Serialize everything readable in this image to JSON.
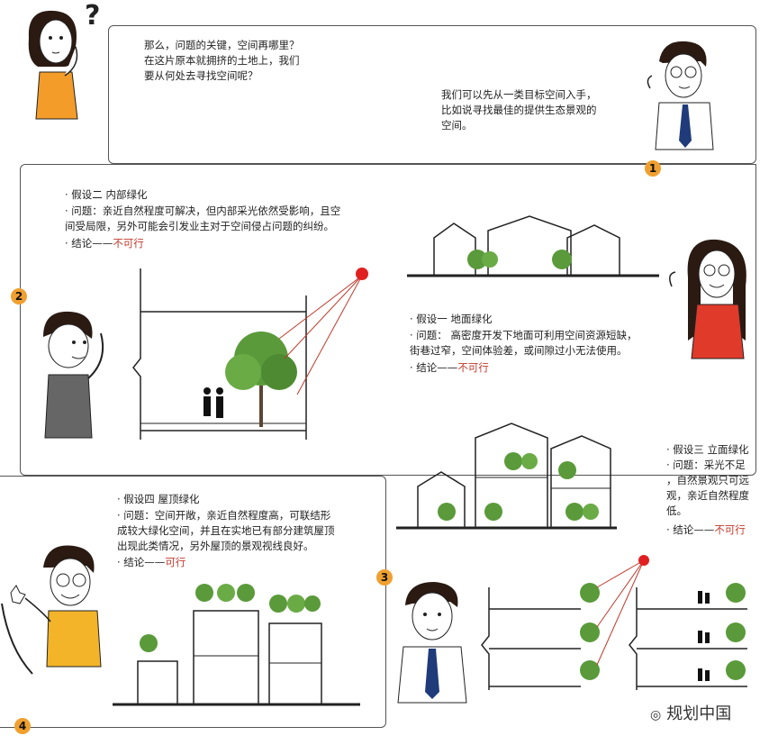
{
  "panel1": {
    "question": "那么，问题的关键，空间再哪里？\n在这片原本就拥挤的土地上，我们\n要从何处去寻找空间呢？",
    "answer": "我们可以先从一类目标空间入手，\n比如说寻找最佳的提供生态景观的\n空间。",
    "badge": "1",
    "mark": "?"
  },
  "panel2": {
    "badge": "2",
    "hyp2_title": "· 假设二  内部绿化",
    "hyp2_problem": "· 问题：亲近自然程度可解决，但内部采光依然受影响，且空\n间受局限，另外可能会引发业主对于空间侵占问题的纠纷。",
    "hyp2_conclusion_prefix": "· 结论——",
    "hyp2_conclusion": "不可行",
    "hyp1_title": "· 假设一  地面绿化",
    "hyp1_problem": "· 问题：  高密度开发下地面可利用空间资源短缺，\n街巷过窄，空间体验差，或间隙过小无法使用。",
    "hyp1_conclusion_prefix": "· 结论——",
    "hyp1_conclusion": "不可行"
  },
  "panel3": {
    "badge": "3",
    "hyp3_title": "· 假设三  立面绿化",
    "hyp3_problem": "· 问题：采光不足\n，自然景观只可远\n观，亲近自然程度\n低。",
    "hyp3_conclusion_prefix": "· 结论——",
    "hyp3_conclusion": "不可行"
  },
  "panel4": {
    "badge": "4",
    "hyp4_title": "· 假设四  屋顶绿化",
    "hyp4_problem": "· 问题：空间开敞，亲近自然程度高，可联结形\n成较大绿化空间，并且在实地已有部分建筑屋顶\n出现此类情况，另外屋顶的景观视线良好。",
    "hyp4_conclusion_prefix": "· 结论——",
    "hyp4_conclusion": "可行"
  },
  "watermark": "规划中国",
  "colors": {
    "accent": "#f0a030",
    "red": "#c0392b",
    "tree": "#5a9a3a"
  }
}
